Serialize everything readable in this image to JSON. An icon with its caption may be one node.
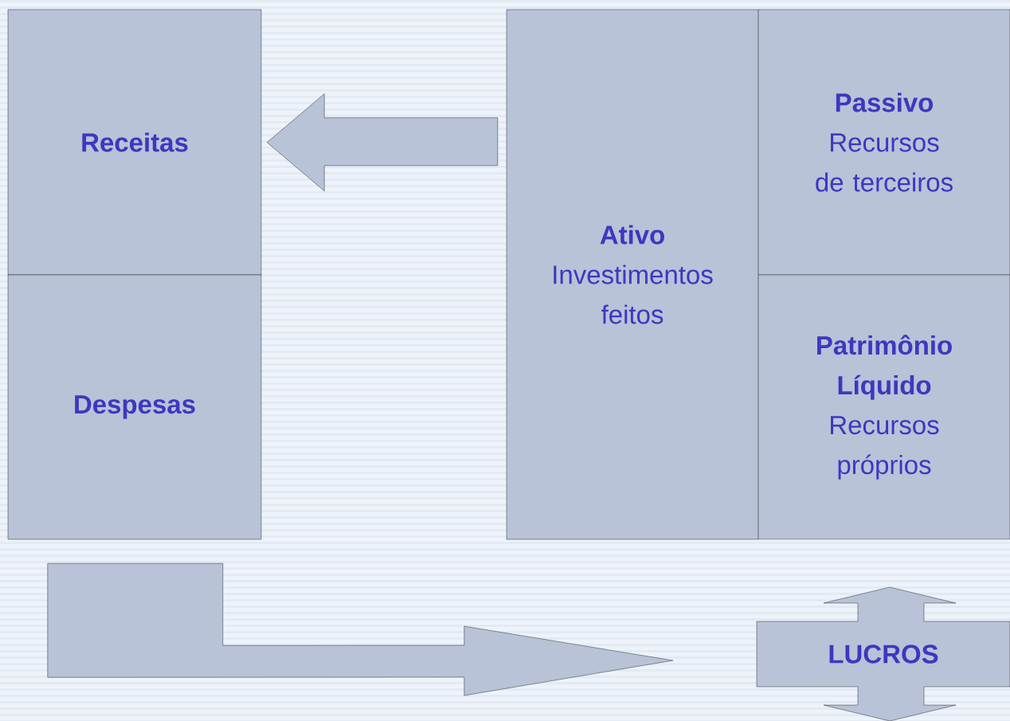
{
  "diagram": {
    "nodes": [
      {
        "text": [
          "Receitas"
        ]
      },
      {
        "text": [
          "Despesas"
        ]
      },
      {
        "text": [
          "Ativo",
          "Investimentos feitos"
        ]
      },
      {
        "text": [
          "Passivo",
          "Recursos de terceiros"
        ]
      },
      {
        "text": [
          "Patrimônio Líquido",
          "Recursos próprios"
        ]
      },
      {
        "text": [
          "LUCROS"
        ]
      }
    ],
    "edges": [
      {
        "from": 2,
        "to": 0,
        "arrow": "to"
      },
      {
        "from": 1,
        "to": 5,
        "arrow": "to"
      }
    ]
  }
}
